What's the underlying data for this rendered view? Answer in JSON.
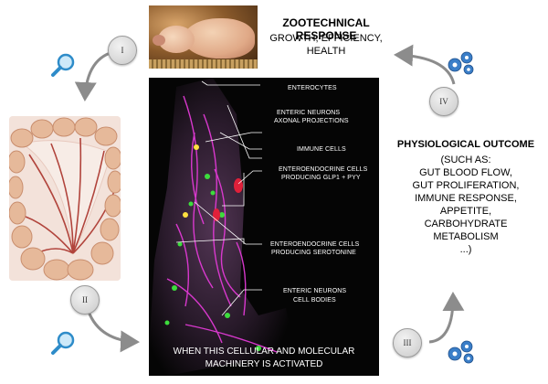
{
  "zootechnical": {
    "title": "ZOOTECHNICAL RESPONSE",
    "line": "GROWTH, EFFICIENCY,",
    "line2": "HEALTH"
  },
  "physiological": {
    "title": "PHYSIOLOGICAL OUTCOME",
    "lines": [
      "(SUCH AS:",
      "GUT BLOOD FLOW,",
      "GUT PROLIFERATION,",
      "IMMUNE RESPONSE,",
      "APPETITE,",
      "CARBOHYDRATE",
      "METABOLISM",
      "...)"
    ]
  },
  "micrograph": {
    "labels": [
      "ENTEROCYTES",
      "ENTERIC NEURONS",
      "AXONAL PROJECTIONS",
      "IMMUNE CELLS",
      "ENTEROENDOCRINE CELLS",
      "PRODUCING GLP1 + PYY",
      "ENTEROENDOCRINE CELLS",
      "PRODUCING SEROTONINE",
      "ENTERIC NEURONS",
      "CELL BODIES"
    ],
    "caption": [
      "WHEN THIS CELLULAR AND MOLECULAR",
      "MACHINERY IS ACTIVATED"
    ]
  },
  "steps": [
    "I",
    "II",
    "III",
    "IV"
  ],
  "icons": {
    "magnifier": "magnifier-icon",
    "gears": "gears-icon",
    "pig": "pig-photo",
    "intestine": "intestine-photo"
  },
  "colors": {
    "arrow": "#8c8c8c",
    "micrograph_bg": "#050505",
    "neuron_magenta": "#e23ad6",
    "cell_green": "#3ddc3d",
    "cell_red": "#e0203a"
  }
}
